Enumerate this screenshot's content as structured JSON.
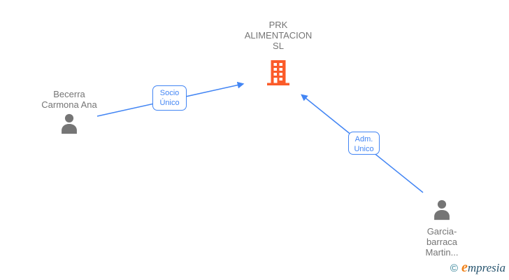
{
  "diagram": {
    "company": {
      "name": "PRK ALIMENTACION SL",
      "line1": "PRK",
      "line2": "ALIMENTACION",
      "line3": "SL",
      "icon": "building-icon"
    },
    "person_left": {
      "name": "Becerra Carmona Ana",
      "line1": "Becerra",
      "line2": "Carmona Ana",
      "icon": "person-icon"
    },
    "person_right": {
      "name": "Garcia-barraca Martin...",
      "line1": "Garcia-",
      "line2": "barraca",
      "line3": "Martin...",
      "icon": "person-icon"
    },
    "edges": {
      "socio": {
        "label": "Socio Único",
        "line1": "Socio",
        "line2": "Único",
        "from": "Becerra Carmona Ana",
        "to": "PRK ALIMENTACION SL"
      },
      "adm": {
        "label": "Adm. Unico",
        "line1": "Adm.",
        "line2": "Unico",
        "from": "Garcia-barraca Martin...",
        "to": "PRK ALIMENTACION SL"
      }
    }
  },
  "footer": {
    "copyright_symbol": "©",
    "brand_initial": "e",
    "brand_rest": "mpresia",
    "brand": "empresia"
  },
  "colors": {
    "edge_blue": "#4285f4",
    "building_orange": "#fb5b29",
    "text_gray": "#757575",
    "icon_gray": "#757575",
    "logo_teal": "#2e7f95",
    "logo_orange": "#f08119",
    "logo_dark": "#27546e"
  }
}
